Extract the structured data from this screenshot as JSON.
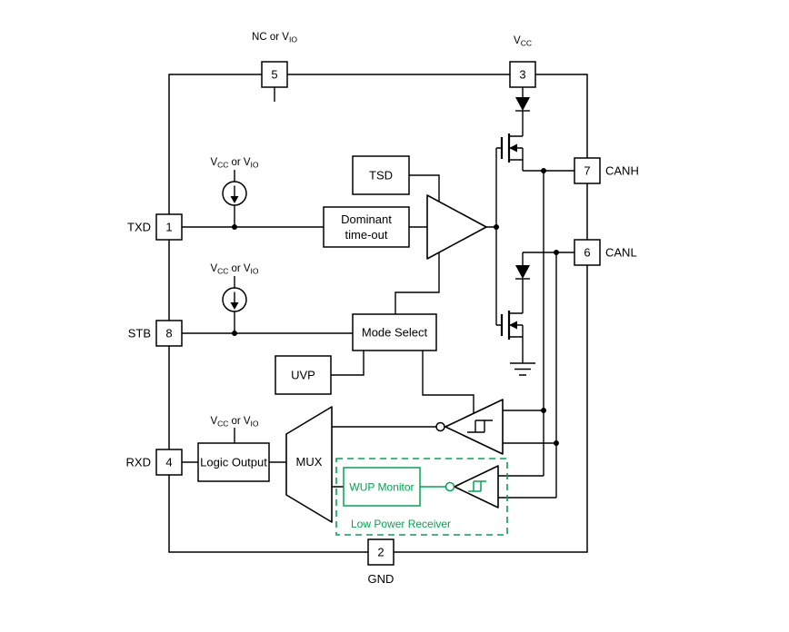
{
  "pins": {
    "pin1": {
      "number": "1",
      "label": "TXD"
    },
    "pin2": {
      "number": "2",
      "label": "GND"
    },
    "pin3": {
      "number": "3",
      "label_base": "V",
      "label_sub": "CC"
    },
    "pin4": {
      "number": "4",
      "label": "RXD"
    },
    "pin5": {
      "number": "5",
      "label_base": "NC or V",
      "label_sub": "IO"
    },
    "pin6": {
      "number": "6",
      "label": "CANL"
    },
    "pin7": {
      "number": "7",
      "label": "CANH"
    },
    "pin8": {
      "number": "8",
      "label": "STB"
    }
  },
  "blocks": {
    "tsd": "TSD",
    "dominant_timeout_line1": "Dominant",
    "dominant_timeout_line2": "time-out",
    "mode_select": "Mode Select",
    "uvp": "UVP",
    "logic_output": "Logic Output",
    "mux": "MUX",
    "wup_monitor": "WUP Monitor",
    "low_power_receiver": "Low Power Receiver"
  },
  "supply_label": {
    "part1": "V",
    "sub1": "CC",
    "part2": "or V",
    "sub2": "IO"
  },
  "colors": {
    "green": "#00A651",
    "line": "#000000",
    "background": "#FFFFFF"
  }
}
